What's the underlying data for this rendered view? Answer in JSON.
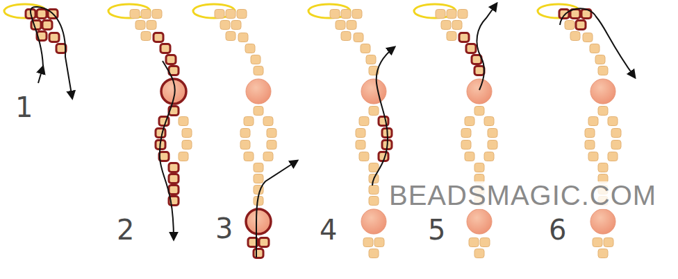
{
  "diagram": {
    "labels": [
      "1",
      "2",
      "3",
      "4",
      "5",
      "6",
      "BEADSMAGIC.COM"
    ]
  }
}
